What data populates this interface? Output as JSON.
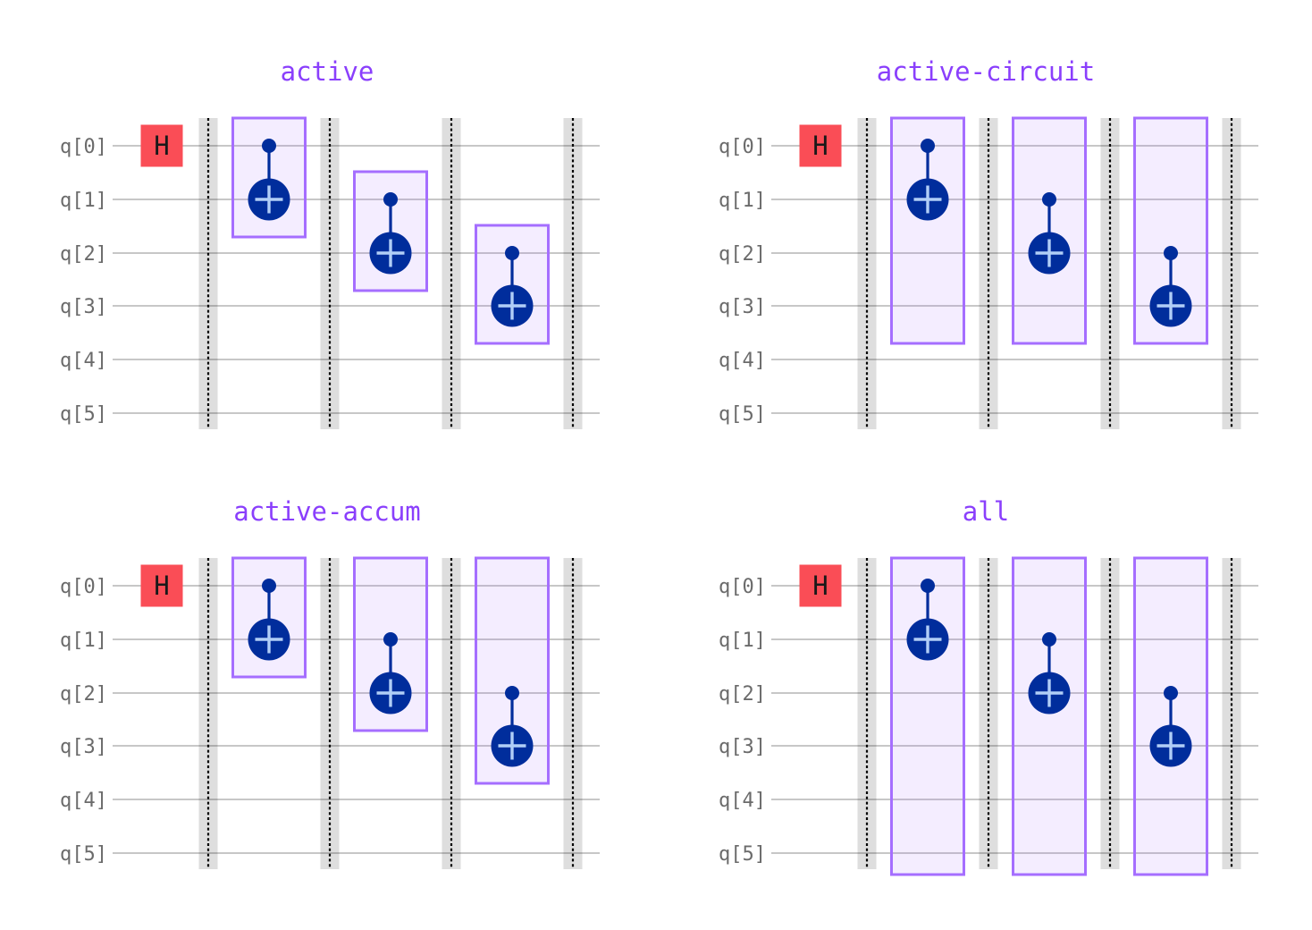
{
  "colors": {
    "background": "#ffffff",
    "title_text": "#8a3ffc",
    "qubit_label_text": "#6b6b6b",
    "wire": "#c7c7c7",
    "barrier_band": "rgba(0,0,0,0.13)",
    "barrier_dash": "#000000",
    "h_gate_fill": "#fa4d56",
    "h_gate_text": "#191919",
    "cnot_blue": "#002d9c",
    "cnot_plus": "#b1cef7",
    "highlight_border": "#a56eff",
    "highlight_fill": "rgba(165,110,255,0.12)"
  },
  "qubit_labels": [
    "q[0]",
    "q[1]",
    "q[2]",
    "q[3]",
    "q[4]",
    "q[5]"
  ],
  "h_gate_label": "H",
  "panels": [
    {
      "title": "active",
      "col": 0,
      "row": 0,
      "h_gates": [
        0
      ],
      "barrier_count": 4,
      "cnots": [
        {
          "control": 0,
          "target": 1
        },
        {
          "control": 1,
          "target": 2
        },
        {
          "control": 2,
          "target": 3
        }
      ],
      "highlight_boxes": [
        {
          "from_qubit": 0,
          "to_qubit": 1
        },
        {
          "from_qubit": 1,
          "to_qubit": 2
        },
        {
          "from_qubit": 2,
          "to_qubit": 3
        }
      ]
    },
    {
      "title": "active-circuit",
      "col": 1,
      "row": 0,
      "h_gates": [
        0
      ],
      "barrier_count": 4,
      "cnots": [
        {
          "control": 0,
          "target": 1
        },
        {
          "control": 1,
          "target": 2
        },
        {
          "control": 2,
          "target": 3
        }
      ],
      "highlight_boxes": [
        {
          "from_qubit": 0,
          "to_qubit": 3
        },
        {
          "from_qubit": 0,
          "to_qubit": 3
        },
        {
          "from_qubit": 0,
          "to_qubit": 3
        }
      ]
    },
    {
      "title": "active-accum",
      "col": 0,
      "row": 1,
      "h_gates": [
        0
      ],
      "barrier_count": 4,
      "cnots": [
        {
          "control": 0,
          "target": 1
        },
        {
          "control": 1,
          "target": 2
        },
        {
          "control": 2,
          "target": 3
        }
      ],
      "highlight_boxes": [
        {
          "from_qubit": 0,
          "to_qubit": 1
        },
        {
          "from_qubit": 0,
          "to_qubit": 2
        },
        {
          "from_qubit": 0,
          "to_qubit": 3
        }
      ]
    },
    {
      "title": "all",
      "col": 1,
      "row": 1,
      "h_gates": [
        0
      ],
      "barrier_count": 4,
      "cnots": [
        {
          "control": 0,
          "target": 1
        },
        {
          "control": 1,
          "target": 2
        },
        {
          "control": 2,
          "target": 3
        }
      ],
      "highlight_boxes": [
        {
          "from_qubit": 0,
          "to_qubit": 5
        },
        {
          "from_qubit": 0,
          "to_qubit": 5
        },
        {
          "from_qubit": 0,
          "to_qubit": 5
        }
      ]
    }
  ]
}
